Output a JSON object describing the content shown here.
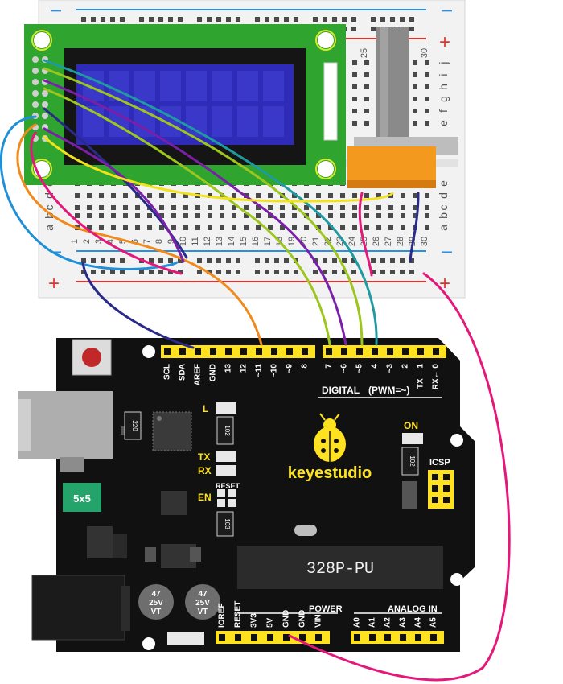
{
  "breadboard": {
    "column_numbers": [
      "1",
      "2",
      "3",
      "4",
      "5",
      "6",
      "7",
      "8",
      "9",
      "10",
      "11",
      "12",
      "13",
      "14",
      "15",
      "16",
      "17",
      "18",
      "19",
      "20",
      "21",
      "22",
      "23",
      "24",
      "25",
      "26",
      "27",
      "28",
      "29",
      "30"
    ],
    "row_letters_top": [
      "j",
      "i",
      "h",
      "g",
      "f",
      "e"
    ],
    "row_letters_bottom": [
      "a",
      "b",
      "c",
      "d",
      "e"
    ],
    "plus_sign": "+",
    "minus_sign": "−"
  },
  "board": {
    "brand": "keyestudio",
    "chip_label": "328P-PU",
    "digital_label": "DIGITAL",
    "pwm_label": "(PWM=~)",
    "power_label": "POWER",
    "analog_label": "ANALOG IN",
    "icsp_label": "ICSP",
    "on_label": "ON",
    "led_l": "L",
    "led_tx": "TX",
    "led_rx": "RX",
    "en_label": "EN",
    "reset_label": "RESET",
    "fuse_label": "5x5",
    "resistor_220": "220",
    "resistor_102a": "102",
    "resistor_102b": "102",
    "resistor_103": "103",
    "cap1": [
      "47",
      "25V",
      "VT"
    ],
    "cap2": [
      "47",
      "25V",
      "VT"
    ],
    "top_pins_left": [
      "SCL",
      "SDA",
      "AREF",
      "GND",
      "13",
      "12",
      "~11",
      "~10",
      "~9",
      "8"
    ],
    "top_pins_right": [
      "7",
      "~6",
      "~5",
      "4",
      "~3",
      "2",
      "TX→ 1",
      "RX← 0"
    ],
    "bottom_pins_power": [
      "IOREF",
      "RESET",
      "3V3",
      "5V",
      "GND",
      "GND",
      "VIN"
    ],
    "bottom_pins_analog": [
      "A0",
      "A1",
      "A2",
      "A3",
      "A4",
      "A5"
    ]
  },
  "colors": {
    "wire_blue": "#1f8fd8",
    "wire_orange": "#f08a1c",
    "wire_pink": "#e4187a",
    "wire_navy": "#2a2a88",
    "wire_purple": "#7a1fa8",
    "wire_green": "#9cc51e",
    "wire_yellow": "#f2e21c",
    "wire_teal": "#1e9aa0",
    "board_black": "#111111",
    "header_yellow": "#ffe21f",
    "lcd_pcb": "#2fa52f",
    "lcd_screen": "#2d2bb8"
  }
}
